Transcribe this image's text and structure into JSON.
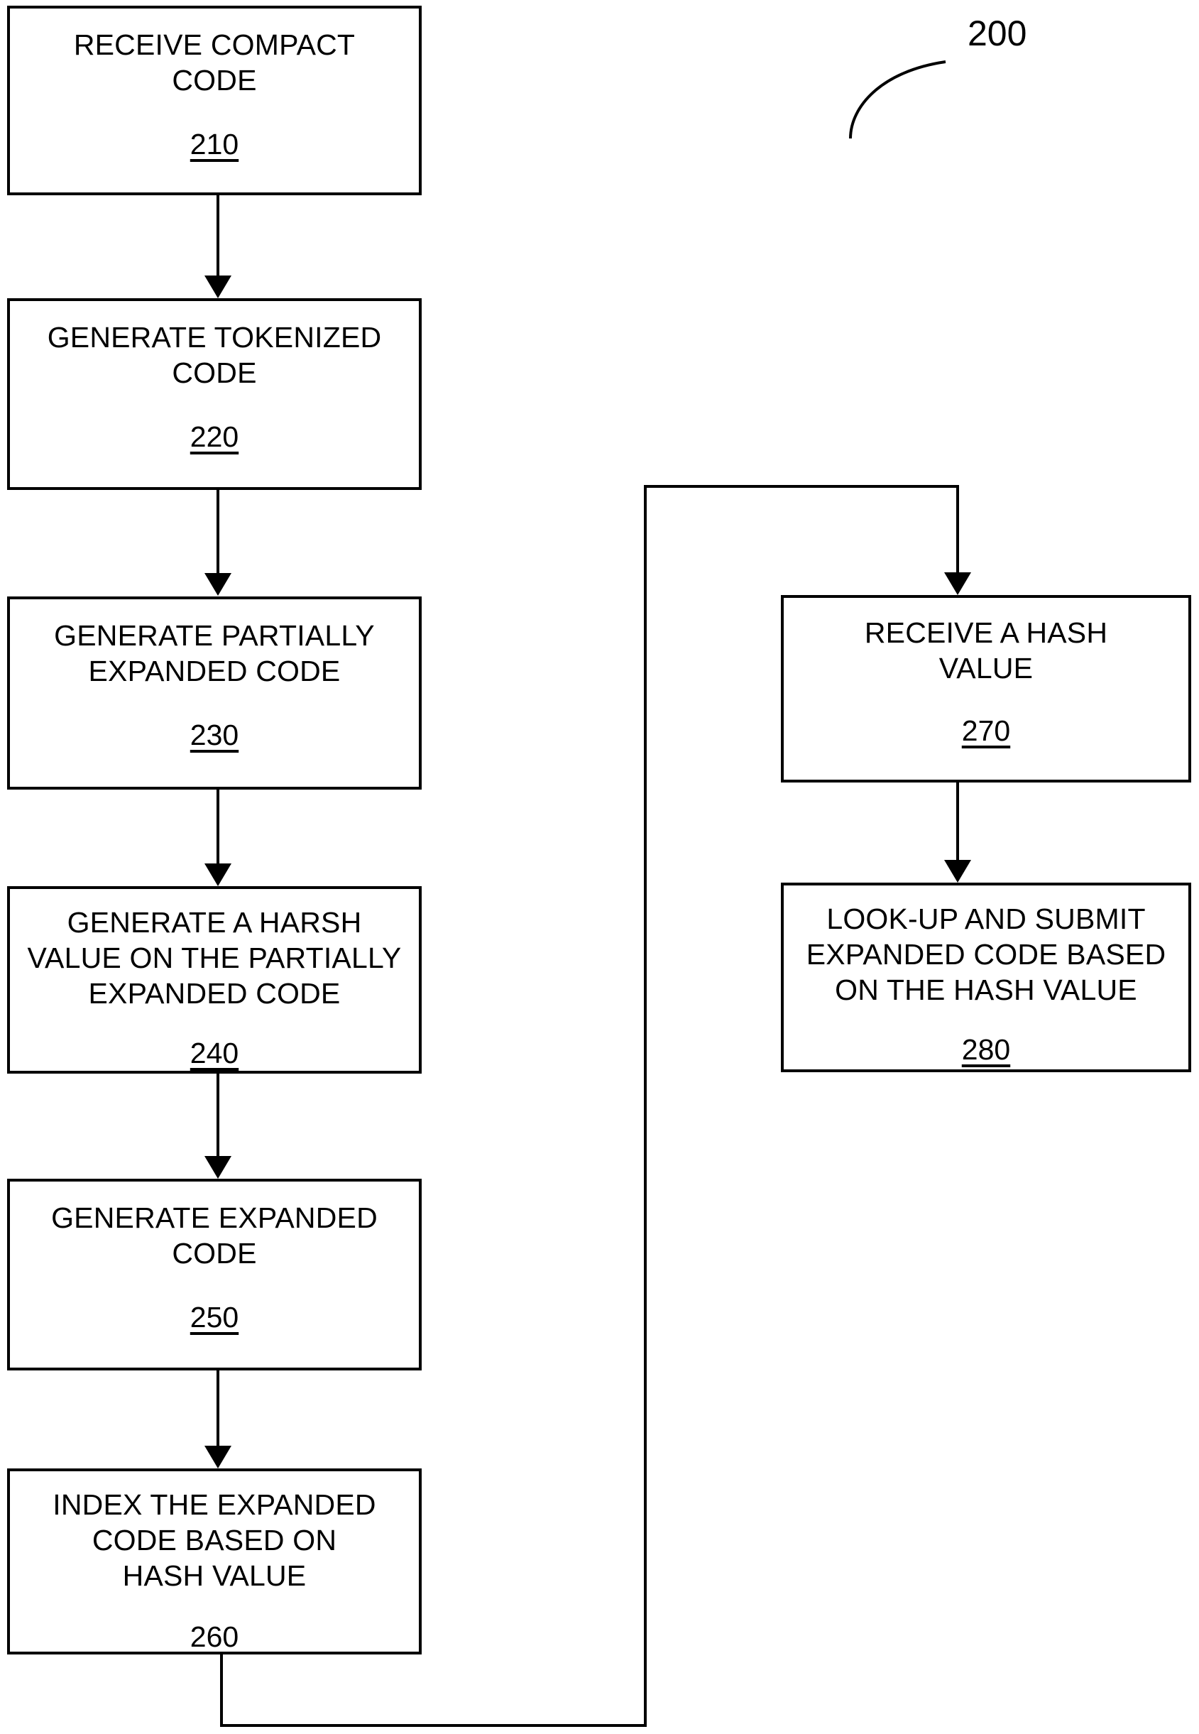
{
  "figure": {
    "number": "200",
    "leader_icon": "curved-leader-line-icon"
  },
  "diagram": {
    "type": "flowchart",
    "orientation": "two-column-vertical",
    "nodes": [
      {
        "id": "210",
        "ref": "210",
        "label": "RECEIVE COMPACT\nCODE",
        "column": "left",
        "order": 1
      },
      {
        "id": "220",
        "ref": "220",
        "label": "GENERATE TOKENIZED\nCODE",
        "column": "left",
        "order": 2
      },
      {
        "id": "230",
        "ref": "230",
        "label": "GENERATE PARTIALLY\nEXPANDED CODE",
        "column": "left",
        "order": 3
      },
      {
        "id": "240",
        "ref": "240",
        "label": "GENERATE A HARSH\nVALUE ON THE PARTIALLY\nEXPANDED CODE",
        "column": "left",
        "order": 4
      },
      {
        "id": "250",
        "ref": "250",
        "label": "GENERATE EXPANDED\nCODE",
        "column": "left",
        "order": 5
      },
      {
        "id": "260",
        "ref": "260",
        "label": "INDEX THE EXPANDED\nCODE BASED ON\nHASH VALUE",
        "column": "left",
        "order": 6
      },
      {
        "id": "270",
        "ref": "270",
        "label": "RECEIVE A HASH\nVALUE",
        "column": "right",
        "order": 1
      },
      {
        "id": "280",
        "ref": "280",
        "label": "LOOK-UP AND SUBMIT\nEXPANDED CODE BASED\nON THE HASH VALUE",
        "column": "right",
        "order": 2
      }
    ],
    "edges": [
      {
        "from": "210",
        "to": "220",
        "style": "straight-down-arrow"
      },
      {
        "from": "220",
        "to": "230",
        "style": "straight-down-arrow"
      },
      {
        "from": "230",
        "to": "240",
        "style": "straight-down-arrow"
      },
      {
        "from": "240",
        "to": "250",
        "style": "straight-down-arrow"
      },
      {
        "from": "250",
        "to": "260",
        "style": "straight-down-arrow"
      },
      {
        "from": "260",
        "to": "270",
        "style": "feedback-loop-around-arrow"
      },
      {
        "from": "270",
        "to": "280",
        "style": "straight-down-arrow"
      }
    ]
  },
  "colors": {
    "stroke": "#000000",
    "background": "#ffffff",
    "text": "#000000"
  }
}
